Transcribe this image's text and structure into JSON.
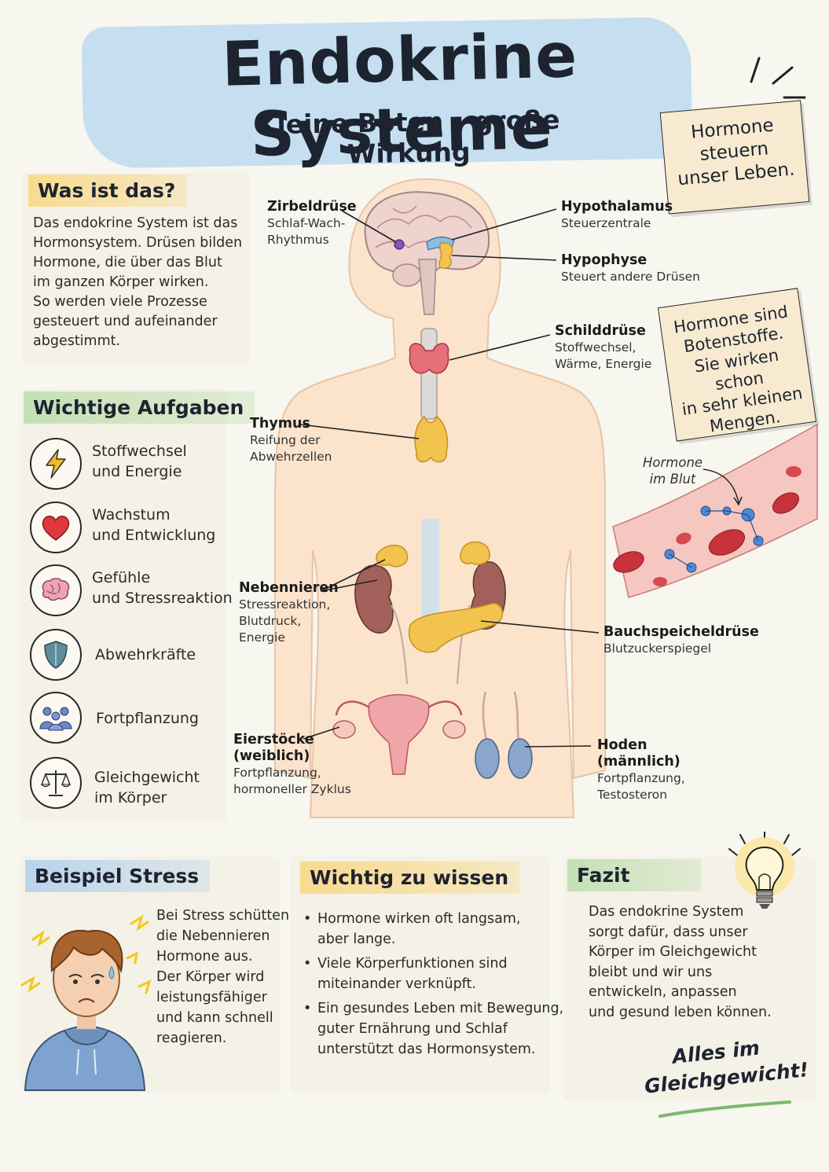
{
  "header": {
    "title": "Endokrine Systeme",
    "subtitle": "Kleine Boten – große Wirkung"
  },
  "notes": {
    "note1": [
      "Hormone",
      "steuern",
      "unser Leben."
    ],
    "note2": [
      "Hormone sind",
      "Botenstoffe.",
      "Sie wirken schon",
      "in sehr kleinen",
      "Mengen."
    ]
  },
  "intro": {
    "heading": "Was ist das?",
    "lines": [
      "Das endokrine System ist das",
      "Hormonsystem. Drüsen bilden",
      "Hormone, die über das Blut",
      "im ganzen Körper wirken.",
      "So werden viele Prozesse",
      "gesteuert und aufeinander",
      "abgestimmt."
    ]
  },
  "tasks": {
    "heading": "Wichtige Aufgaben",
    "items": [
      {
        "icon": "lightning-icon",
        "lines": [
          "Stoffwechsel",
          "und Energie"
        ]
      },
      {
        "icon": "heart-icon",
        "lines": [
          "Wachstum",
          "und Entwicklung"
        ]
      },
      {
        "icon": "brain-icon",
        "lines": [
          "Gefühle",
          "und Stressreaktion"
        ]
      },
      {
        "icon": "shield-icon",
        "lines": [
          "Abwehrkräfte"
        ]
      },
      {
        "icon": "family-icon",
        "lines": [
          "Fortpflanzung"
        ]
      },
      {
        "icon": "scale-icon",
        "lines": [
          "Gleichgewicht",
          "im Körper"
        ]
      }
    ]
  },
  "glands": {
    "zirbeldruese": {
      "name": "Zirbeldrüse",
      "desc": [
        "Schlaf-Wach-",
        "Rhythmus"
      ]
    },
    "hypothalamus": {
      "name": "Hypothalamus",
      "desc": [
        "Steuerzentrale"
      ]
    },
    "hypophyse": {
      "name": "Hypophyse",
      "desc": [
        "Steuert andere Drüsen"
      ]
    },
    "schilddruese": {
      "name": "Schilddrüse",
      "desc": [
        "Stoffwechsel,",
        "Wärme, Energie"
      ]
    },
    "thymus": {
      "name": "Thymus",
      "desc": [
        "Reifung der",
        "Abwehrzellen"
      ]
    },
    "nebennieren": {
      "name": "Nebennieren",
      "desc": [
        "Stressreaktion,",
        "Blutdruck,",
        "Energie"
      ]
    },
    "bauchspeicheldruese": {
      "name": "Bauchspeicheldrüse",
      "desc": [
        "Blutzuckerspiegel"
      ]
    },
    "eierstoecke": {
      "name": [
        "Eierstöcke",
        "(weiblich)"
      ],
      "desc": [
        "Fortpflanzung,",
        "hormoneller Zyklus"
      ]
    },
    "hoden": {
      "name": [
        "Hoden",
        "(männlich)"
      ],
      "desc": [
        "Fortpflanzung,",
        "Testosteron"
      ]
    }
  },
  "blood": {
    "label": [
      "Hormone",
      "im Blut"
    ]
  },
  "stress": {
    "heading": "Beispiel Stress",
    "lines": [
      "Bei Stress schütten",
      "die Nebennieren",
      "Hormone aus.",
      "Der Körper wird",
      "leistungsfähiger",
      "und kann schnell",
      "reagieren."
    ]
  },
  "facts": {
    "heading": "Wichtig zu wissen",
    "items": [
      [
        "Hormone wirken oft langsam,",
        "aber lange."
      ],
      [
        "Viele Körperfunktionen sind",
        "miteinander verknüpft."
      ],
      [
        "Ein gesundes Leben mit Bewegung,",
        "guter Ernährung und Schlaf",
        "unterstützt das Hormonsystem."
      ]
    ]
  },
  "fazit": {
    "heading": "Fazit",
    "lines": [
      "Das endokrine System",
      "sorgt dafür, dass unser",
      "Körper im Gleichgewicht",
      "bleibt und wir uns",
      "entwickeln, anpassen",
      "und gesund leben können."
    ],
    "slogan": [
      "Alles im",
      "Gleichgewicht!"
    ]
  },
  "colors": {
    "accent_blue": "#bcdaf0",
    "accent_yellow": "#f9d680",
    "accent_green": "#bedeaf",
    "skin": "#fbe3cc",
    "gland": "#f2c34e",
    "blood": "#c8323b"
  }
}
